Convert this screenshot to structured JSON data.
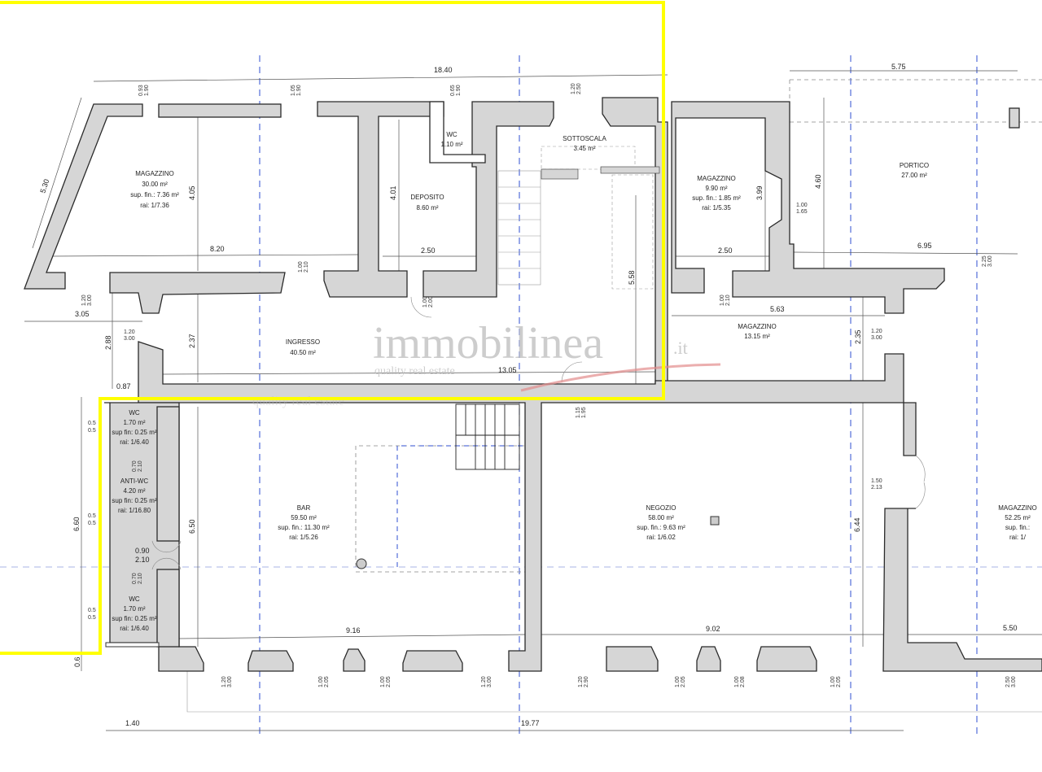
{
  "rooms": {
    "magazzino_a": {
      "name": "MAGAZZINO",
      "area": "30.00 m²",
      "sup": "sup. fin.: 7.36 m²",
      "rai": "rai: 1/7.36"
    },
    "deposito": {
      "name": "DEPOSITO",
      "area": "8.60 m²"
    },
    "wc_top": {
      "name": "WC",
      "area": "1.10 m²"
    },
    "sottoscala": {
      "name": "SOTTOSCALA",
      "area": "3.45 m²"
    },
    "magazzino_b": {
      "name": "MAGAZZINO",
      "area": "9.90 m²",
      "sup": "sup. fin.: 1.85 m²",
      "rai": "rai: 1/5.35"
    },
    "portico": {
      "name": "PORTICO",
      "area": "27.00 m²"
    },
    "ingresso": {
      "name": "INGRESSO",
      "area": "40.50 m²"
    },
    "magazzino_c": {
      "name": "MAGAZZINO",
      "area": "13.15 m²"
    },
    "wc_1": {
      "name": "WC",
      "area": "1.70 m²",
      "sup": "sup fin: 0.25 m²",
      "rai": "rai: 1/6.40"
    },
    "antiwc": {
      "name": "ANTI-WC",
      "area": "4.20 m²",
      "sup": "sup fin: 0.25 m²",
      "rai": "rai: 1/16.80"
    },
    "wc_2": {
      "name": "WC",
      "area": "1.70 m²",
      "sup": "sup fin: 0.25 m²",
      "rai": "rai: 1/6.40"
    },
    "bar": {
      "name": "BAR",
      "area": "59.50 m²",
      "sup": "sup. fin.: 11.30 m²",
      "rai": "rai: 1/5.26"
    },
    "negozio": {
      "name": "NEGOZIO",
      "area": "58.00 m²",
      "sup": "sup. fin.: 9.63 m²",
      "rai": "rai: 1/6.02"
    },
    "magazzino_d": {
      "name": "MAGAZZINO",
      "area": "52.25 m²",
      "sup": "sup. fin.: ",
      "rai": "rai: 1/"
    }
  },
  "dims": {
    "d1840": "18.40",
    "d575": "5.75",
    "d530": "5.30",
    "d405": "4.05",
    "d820": "8.20",
    "d401": "4.01",
    "d250a": "2.50",
    "d250b": "2.50",
    "d399": "3.99",
    "d460": "4.60",
    "d695": "6.95",
    "d558": "5.58",
    "d563": "5.63",
    "d235": "2.35",
    "d305": "3.05",
    "d288": "2.88",
    "d237": "2.37",
    "d1305": "13.05",
    "d087": "0.87",
    "d660": "6.60",
    "d650": "6.50",
    "d916": "9.16",
    "d902": "9.02",
    "d644": "6.44",
    "d550": "5.50",
    "d140": "1.40",
    "d1977": "19.77",
    "d06": "0.6"
  },
  "openings": [
    [
      "0.93",
      "1.90"
    ],
    [
      "1.05",
      "1.90"
    ],
    [
      "0.65",
      "1.90"
    ],
    [
      "1.20",
      "2.50"
    ],
    [
      "1.00",
      "2.10"
    ],
    [
      "1.00",
      "2.00"
    ],
    [
      "1.00",
      "2.10"
    ],
    [
      "1.20",
      "3.00"
    ],
    [
      "1.20",
      "3.00"
    ],
    [
      "1.00",
      "1.65"
    ],
    [
      "2.25",
      "3.00"
    ],
    [
      "1.20",
      "3.00"
    ],
    [
      "1.15",
      "1.95"
    ],
    [
      "1.50",
      "2.13"
    ],
    [
      "0.90",
      "2.10"
    ],
    [
      "0.70",
      "2.10"
    ],
    [
      "0.70",
      "2.10"
    ],
    [
      "0.5",
      "0.5"
    ],
    [
      "0.5",
      "0.5"
    ],
    [
      "0.5",
      "0.5"
    ],
    [
      "1.20",
      "3.00"
    ],
    [
      "1.00",
      "2.05"
    ],
    [
      "1.00",
      "2.05"
    ],
    [
      "1.20",
      "3.00"
    ],
    [
      "1.20",
      "2.90"
    ],
    [
      "1.00",
      "2.05"
    ],
    [
      "1.00",
      "2.08"
    ],
    [
      "1.00",
      "2.05"
    ],
    [
      "2.50",
      "3.00"
    ]
  ],
  "watermark": {
    "brand": "immobilinea",
    "tld": ".it",
    "tagline": "quality real estate"
  },
  "colors": {
    "highlight": "#ffff00",
    "wall": "#d6d6d6",
    "axis": "#2f4fd0"
  }
}
